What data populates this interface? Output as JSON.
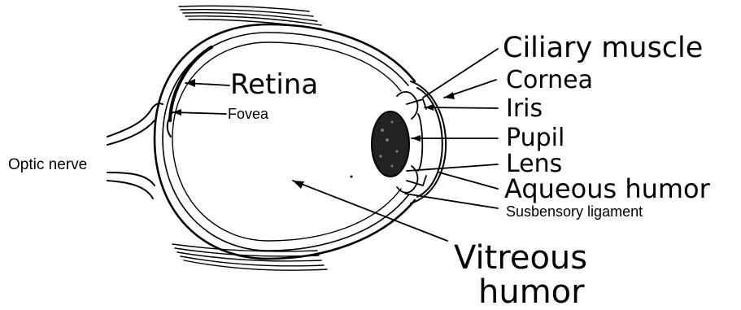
{
  "labels": {
    "retina": "Retina",
    "fovea": "Fovea",
    "optic_nerve": "Optic nerve",
    "ciliary_muscle": "Ciliary muscle",
    "cornea": "Cornea",
    "iris": "Iris",
    "pupil": "Pupil",
    "lens": "Lens",
    "aqueous_humor": "Aqueous humor",
    "suspensory_ligament": "Susbensory ligament",
    "vitreous_line1": "Vitreous",
    "vitreous_line2": "humor"
  }
}
